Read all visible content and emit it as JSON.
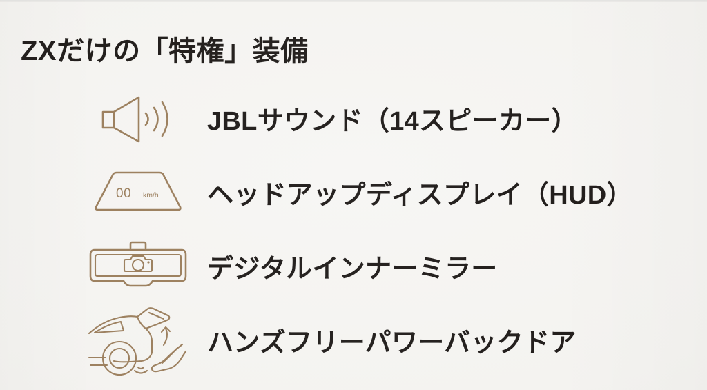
{
  "slide": {
    "title": "ZXだけの「特権」装備",
    "background_color": "#f4f3f0",
    "title_color": "#231f1d",
    "icon_color": "#9d8160"
  },
  "features": [
    {
      "icon": "speaker-sound-icon",
      "label": "JBLサウンド（14スピーカー）"
    },
    {
      "icon": "head-up-display-icon",
      "label": "ヘッドアップディスプレイ（HUD）",
      "icon_readout_value": "00",
      "icon_readout_unit": "km/h"
    },
    {
      "icon": "digital-rearview-mirror-icon",
      "label": "デジタルインナーミラー"
    },
    {
      "icon": "hands-free-power-back-door-icon",
      "label": "ハンズフリーパワーバックドア"
    }
  ]
}
